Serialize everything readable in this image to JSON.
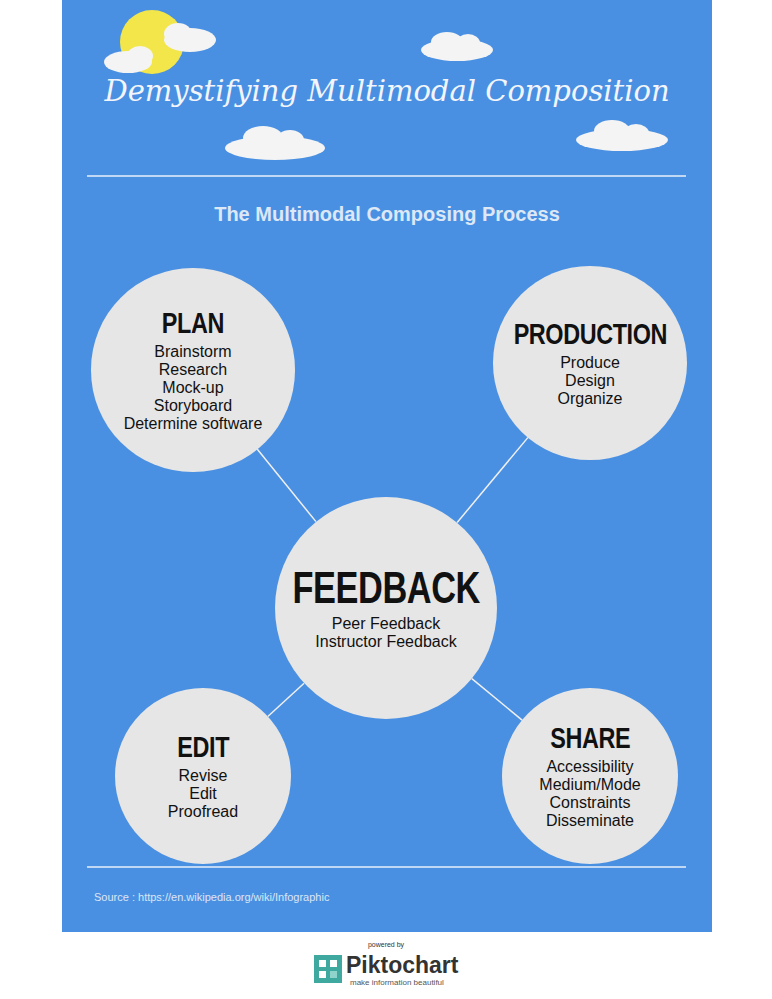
{
  "diagram": {
    "title": "Demystifying Multimodal Composition",
    "caption": "Source : https://en.wikipedia.org/wiki/Infographic",
    "nodes": [
      {
        "text": [
          "PLAN",
          "Brainstorm",
          "Research",
          "Mock-up",
          "Storyboard",
          "Determine software"
        ]
      },
      {
        "text": [
          "PRODUCTION",
          "Produce",
          "Design",
          "Organize"
        ]
      },
      {
        "text": [
          "FEEDBACK",
          "Peer Feedback",
          "Instructor Feedback"
        ]
      },
      {
        "text": [
          "EDIT",
          "Revise",
          "Edit",
          "Proofread"
        ]
      },
      {
        "text": [
          "SHARE",
          "Accessibility",
          "Medium/Mode",
          "Constraints",
          "Disseminate"
        ]
      }
    ],
    "edges": [
      {
        "from": 0,
        "to": 2,
        "arrow": "none"
      },
      {
        "from": 1,
        "to": 2,
        "arrow": "none"
      },
      {
        "from": 2,
        "to": 3,
        "arrow": "none"
      },
      {
        "from": 2,
        "to": 4,
        "arrow": "none"
      }
    ],
    "labels": [
      "The Multimodal Composing Process",
      "powered by",
      "Piktochart",
      "make information beautiful"
    ]
  }
}
